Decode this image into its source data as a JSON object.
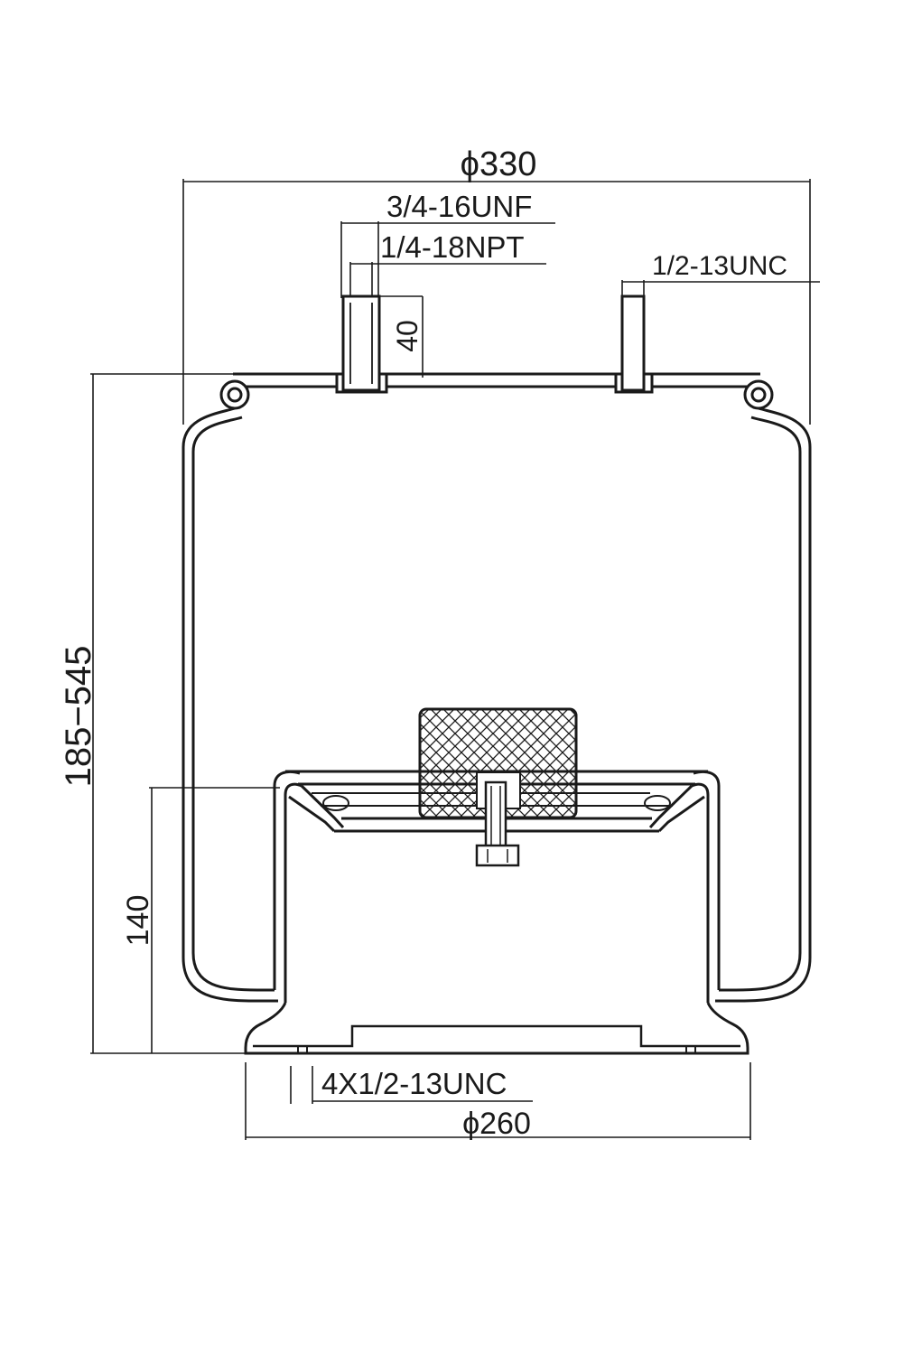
{
  "dimensions": {
    "top_diameter": "ϕ330",
    "top_fitting_thread": "3/4-16UNF",
    "air_inlet_thread": "1/4-18NPT",
    "stud_thread": "1/2-13UNC",
    "stud_height": "40",
    "height_range": "185−545",
    "piston_height": "140",
    "bottom_threads": "4X1/2-13UNC",
    "bottom_diameter": "ϕ260"
  }
}
